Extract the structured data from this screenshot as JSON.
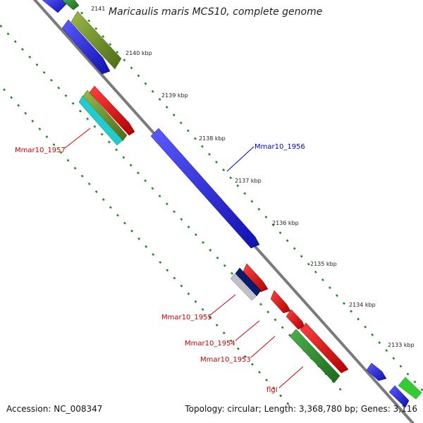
{
  "title": "Maricaulis maris MCS10, complete genome",
  "footer": {
    "accession": "Accession: NC_008347",
    "topology": "Topology: circular; Length: 3,368,780 bp; Genes: 3,116"
  },
  "ticks": [
    "2141",
    "2140 kbp",
    "2139 kbp",
    "2138 kbp",
    "2137 kbp",
    "2136 kbp",
    "2135 kbp",
    "2134 kbp",
    "2133 kbp"
  ],
  "gene_labels": {
    "mmar10_1957": "Mmar10_1957",
    "mmar10_1956": "Mmar10_1956",
    "mmar10_1955": "Mmar10_1955",
    "mmar10_1954": "Mmar10_1954",
    "mmar10_1953": "Mmar10_1953",
    "flgi": "flgI"
  },
  "colors": {
    "blue": "#1f1fdd",
    "red": "#e00000",
    "olive": "#6b8f23",
    "green": "#2e8b2e",
    "lightgreen": "#33cc33",
    "cyan": "#22cccc",
    "navy": "#0a1a6e",
    "dots": "#1a8a1a",
    "backbone": "#7a7a7a"
  }
}
